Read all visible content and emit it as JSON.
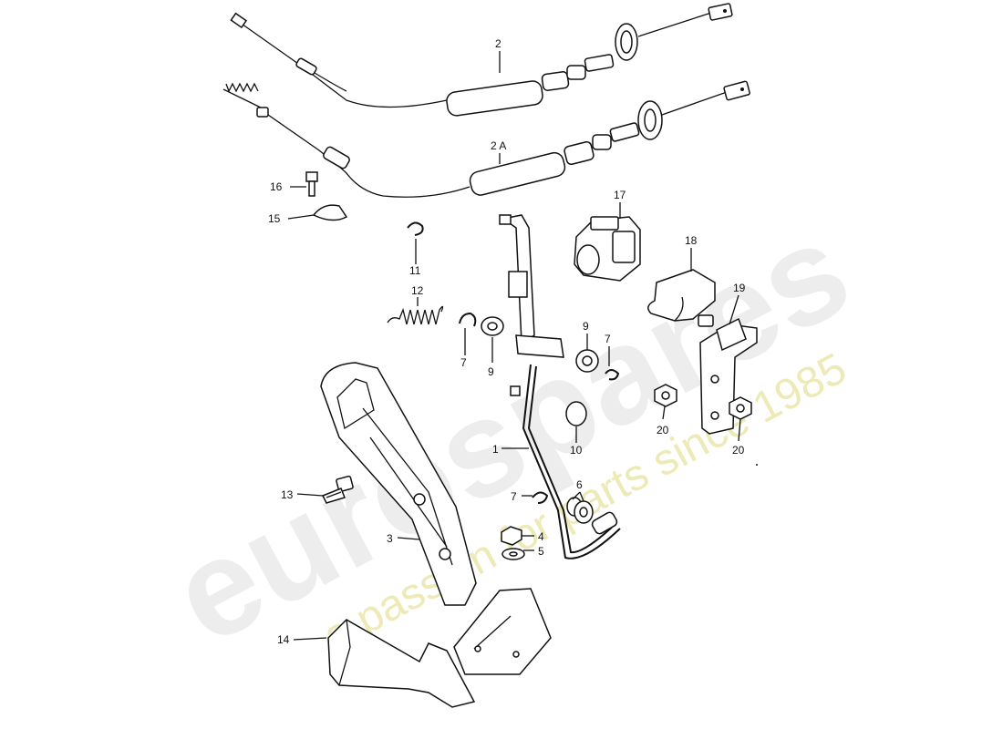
{
  "watermark": {
    "brand": "eurospares",
    "tagline": "a passion for parts since 1985"
  },
  "callouts": [
    {
      "id": "2",
      "label": "2"
    },
    {
      "id": "2A",
      "label": "2 A"
    },
    {
      "id": "16",
      "label": "16"
    },
    {
      "id": "15",
      "label": "15"
    },
    {
      "id": "11",
      "label": "11"
    },
    {
      "id": "12",
      "label": "12"
    },
    {
      "id": "17",
      "label": "17"
    },
    {
      "id": "18",
      "label": "18"
    },
    {
      "id": "19",
      "label": "19"
    },
    {
      "id": "7a",
      "label": "7"
    },
    {
      "id": "9a",
      "label": "9"
    },
    {
      "id": "9b",
      "label": "9"
    },
    {
      "id": "7b",
      "label": "7"
    },
    {
      "id": "10",
      "label": "10"
    },
    {
      "id": "20a",
      "label": "20"
    },
    {
      "id": "20b",
      "label": "20"
    },
    {
      "id": "1",
      "label": "1"
    },
    {
      "id": "13",
      "label": "13"
    },
    {
      "id": "7c",
      "label": "7"
    },
    {
      "id": "6",
      "label": "6"
    },
    {
      "id": "4",
      "label": "4"
    },
    {
      "id": "3",
      "label": "3"
    },
    {
      "id": "5",
      "label": "5"
    },
    {
      "id": "14",
      "label": "14"
    }
  ]
}
